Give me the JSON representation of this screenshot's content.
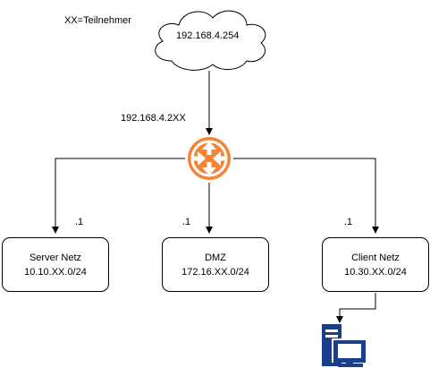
{
  "legend": "XX=Teilnehmer",
  "internet": {
    "label": "192.168.4.254"
  },
  "router": {
    "wan_ip": "192.168.4.2XX",
    "icon": "router-icon"
  },
  "networks": [
    {
      "name": "Server Netz",
      "subnet": "10.10.XX.0/24",
      "gateway_suffix": ".1"
    },
    {
      "name": "DMZ",
      "subnet": "172.16.XX.0/24",
      "gateway_suffix": ".1"
    },
    {
      "name": "Client Netz",
      "subnet": "10.30.XX.0/24",
      "gateway_suffix": ".1"
    }
  ],
  "client_device": {
    "icon": "workstation-icon"
  },
  "colors": {
    "router": "#F58536",
    "workstation": "#1A3E8C",
    "line": "#000000"
  }
}
